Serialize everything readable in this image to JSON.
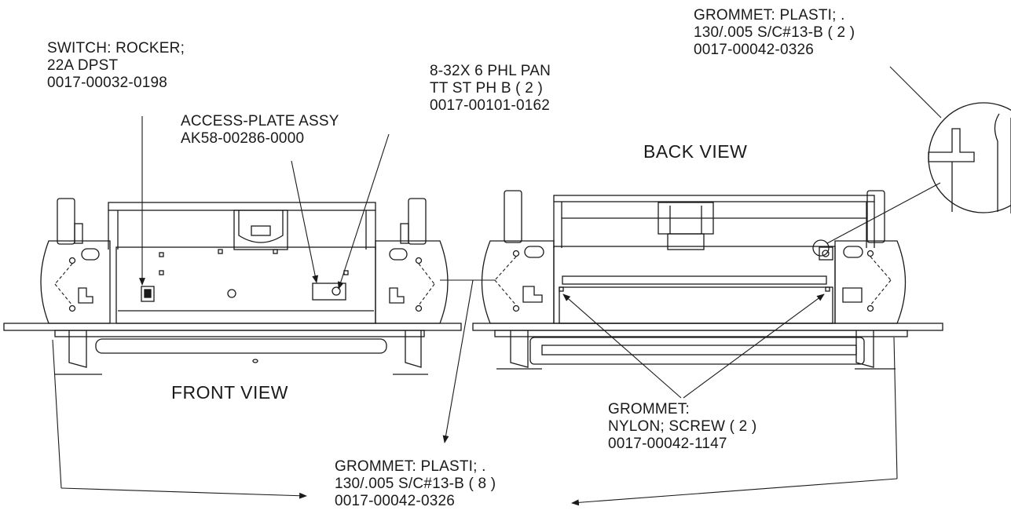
{
  "views": {
    "front_title": "FRONT VIEW",
    "back_title": "BACK VIEW"
  },
  "callouts": {
    "switch": {
      "line1": "SWITCH: ROCKER;",
      "line2": "22A DPST",
      "line3": "0017-00032-0198"
    },
    "access_plate": {
      "line1": "ACCESS-PLATE ASSY",
      "line2": "AK58-00286-0000"
    },
    "screw": {
      "line1": "8-32X 6 PHL PAN",
      "line2": "TT ST PH B ( 2 )",
      "line3": "0017-00101-0162"
    },
    "grommet_top": {
      "line1": "GROMMET: PLASTI; .",
      "line2": "130/.005 S/C#13-B ( 2 )",
      "line3": "0017-00042-0326"
    },
    "grommet_nylon": {
      "line1": "GROMMET:",
      "line2": "NYLON; SCREW ( 2 )",
      "line3": "0017-00042-1147"
    },
    "grommet_bottom": {
      "line1": "GROMMET: PLASTI; .",
      "line2": "130/.005 S/C#13-B ( 8 )",
      "line3": "0017-00042-0326"
    }
  }
}
